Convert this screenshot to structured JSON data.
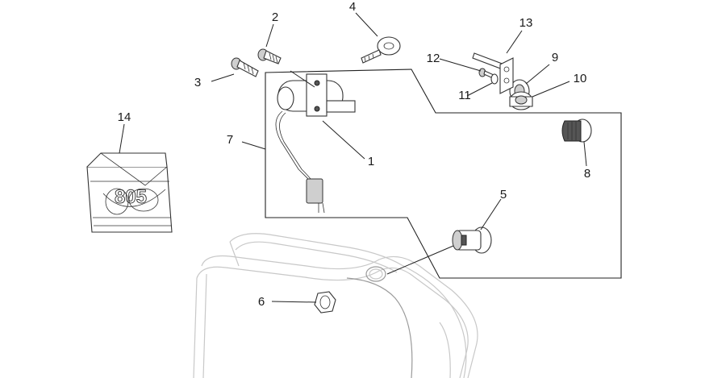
{
  "diagram": {
    "callouts": {
      "c1": "1",
      "c2": "2",
      "c3": "3",
      "c4": "4",
      "c5": "5",
      "c6": "6",
      "c7": "7",
      "c8": "8",
      "c9": "9",
      "c10": "10",
      "c11": "11",
      "c12": "12",
      "c13": "13",
      "c14": "14"
    },
    "kit_bag_text": "805"
  }
}
